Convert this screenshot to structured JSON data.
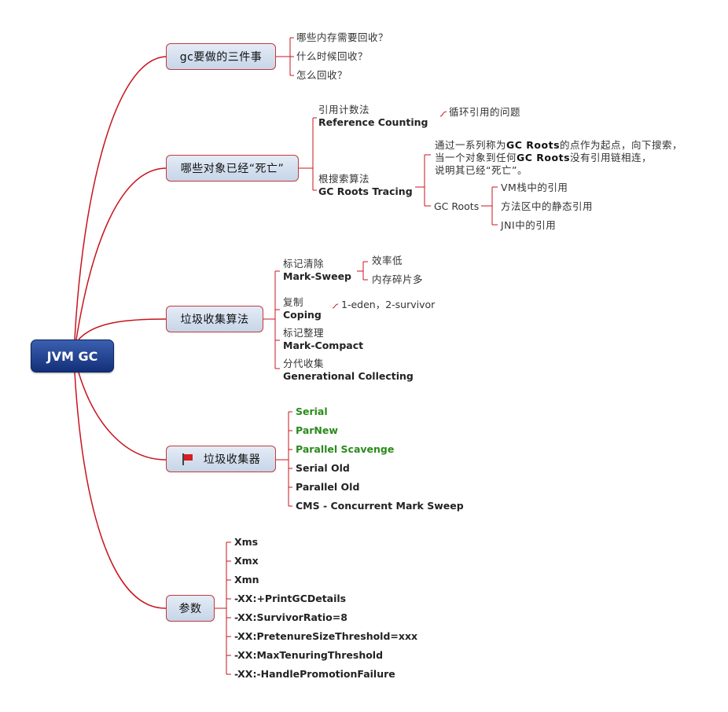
{
  "root": "JVM GC",
  "topics": {
    "t1": "gc要做的三件事",
    "t2": "哪些对象已经“死亡”",
    "t3": "垃圾收集算法",
    "t4": "垃圾收集器",
    "t5": "参数"
  },
  "three_things": [
    "哪些内存需要回收？",
    "什么时候回收？",
    "怎么回收？"
  ],
  "dead": {
    "refcount_cn": "引用计数法",
    "refcount_en": "Reference Counting",
    "refcount_issue": "循环引用的问题",
    "tracing_cn": "根搜索算法",
    "tracing_en": "GC Roots Tracing",
    "tracing_desc": {
      "l1a": "通过一系列称为",
      "l1b": "GC Roots",
      "l1c": "的点作为起点，向下搜索，",
      "l2a": "当一个对象到任何",
      "l2b": "GC Roots",
      "l2c": "没有引用链相连，",
      "l3": "说明其已经“死亡”。"
    },
    "gc_roots_label": "GC Roots",
    "gc_roots_items": [
      "VM栈中的引用",
      "方法区中的静态引用",
      "JNI中的引用"
    ]
  },
  "algorithms": {
    "mark_sweep_cn": "标记清除",
    "mark_sweep_en": "Mark-Sweep",
    "mark_sweep_notes": [
      "效率低",
      "内存碎片多"
    ],
    "coping_cn": "复制",
    "coping_en": "Coping",
    "coping_note": "1-eden，2-survivor",
    "mark_compact_cn": "标记整理",
    "mark_compact_en": "Mark-Compact",
    "generational_cn": "分代收集",
    "generational_en": "Generational Collecting"
  },
  "collectors": {
    "young": [
      "Serial",
      "ParNew",
      "Parallel Scavenge"
    ],
    "old": [
      "Serial Old",
      "Parallel Old",
      "CMS - Concurrent Mark Sweep"
    ]
  },
  "params": [
    "Xms",
    "Xmx",
    "Xmn",
    "-XX:+PrintGCDetails",
    "-XX:SurvivorRatio=8",
    "-XX:PretenureSizeThreshold=xxx",
    "-XX:MaxTenuringThreshold",
    "-XX:-HandlePromotionFailure"
  ],
  "colors": {
    "branch": "#c8141e",
    "root_fill": "#1f3f8f",
    "topic_fill": "#d3dfee",
    "green_text": "#2a8a1a"
  }
}
